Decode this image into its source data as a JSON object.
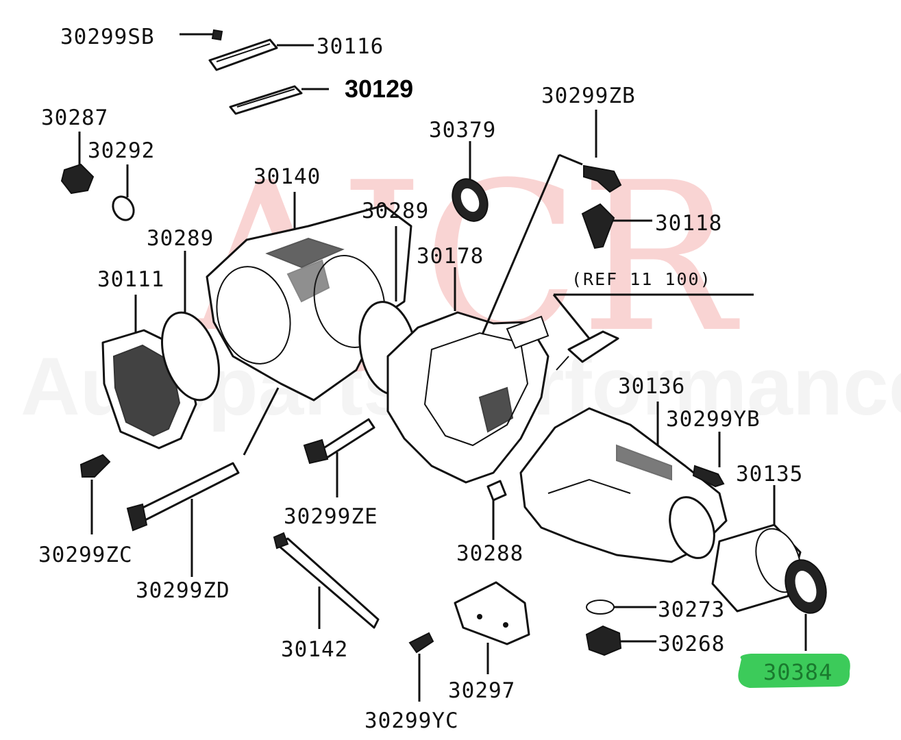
{
  "watermark": {
    "main": "AJCR",
    "sub": "Autoparts Performance"
  },
  "labels": {
    "p30299SB": "30299SB",
    "p30116": "30116",
    "p30129": "30129",
    "p30287": "30287",
    "p30292": "30292",
    "p30140": "30140",
    "p30289a": "30289",
    "p30289b": "30289",
    "p30379": "30379",
    "p30299ZB": "30299ZB",
    "p30118": "30118",
    "p30178": "30178",
    "ref": "(REF 11 100)",
    "p30111": "30111",
    "p30136": "30136",
    "p30299YB": "30299YB",
    "p30135": "30135",
    "p30299ZE": "30299ZE",
    "p30299ZC": "30299ZC",
    "p30288": "30288",
    "p30299ZD": "30299ZD",
    "p30273": "30273",
    "p30268": "30268",
    "p30142": "30142",
    "p30297": "30297",
    "p30384": "30384",
    "p30299YC": "30299YC"
  },
  "colors": {
    "highlight": "#3ccb5a",
    "watermark_red": "#e53935"
  }
}
